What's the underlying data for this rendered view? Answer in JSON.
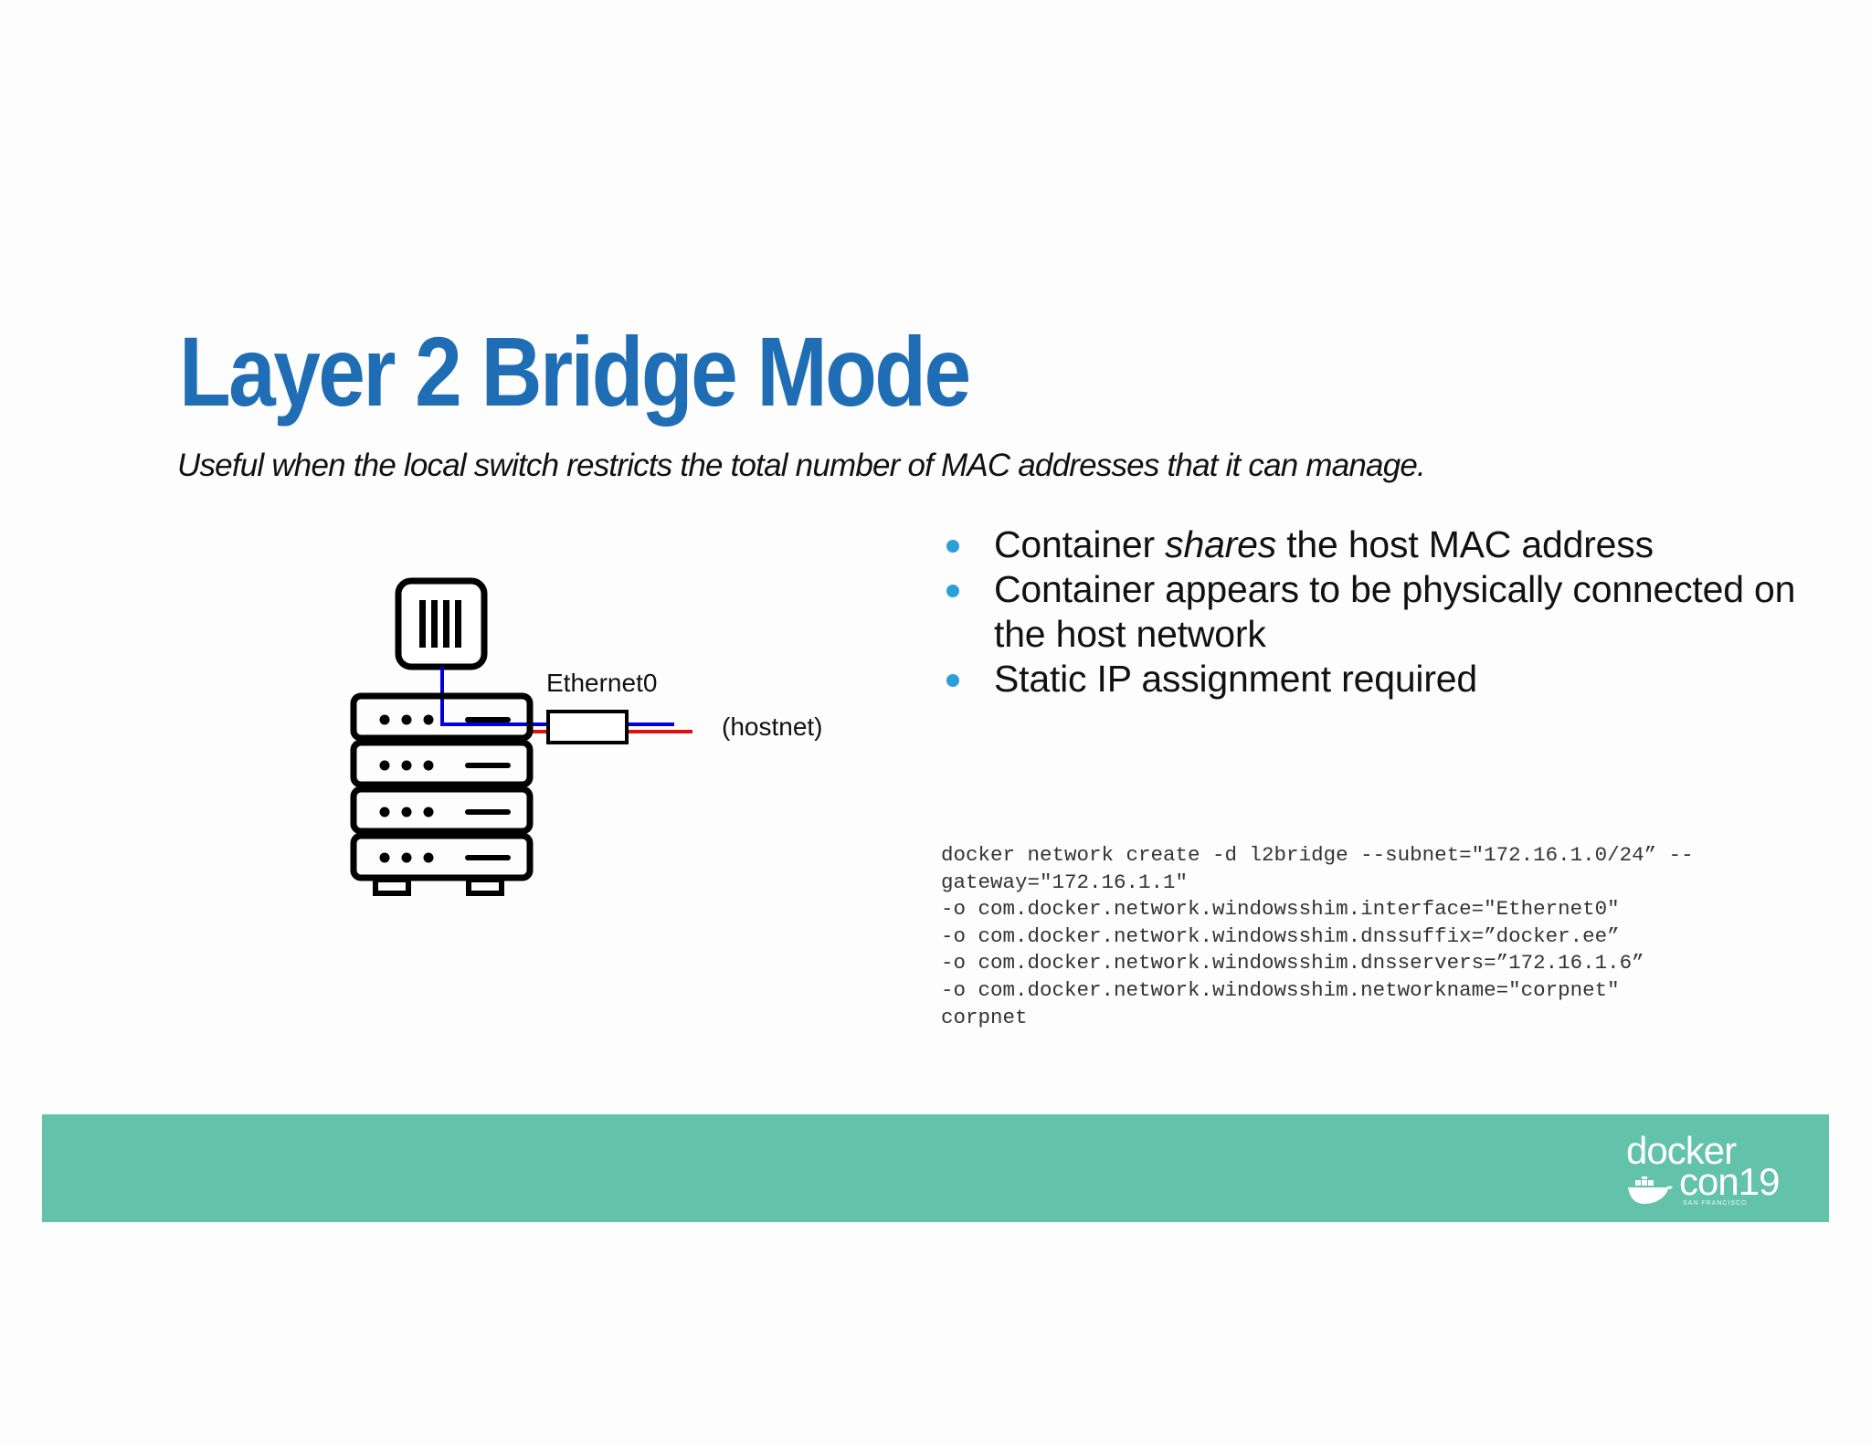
{
  "slide": {
    "title": "Layer 2 Bridge Mode",
    "subtitle": "Useful when the local switch restricts the total number of MAC addresses that it can manage."
  },
  "diagram": {
    "adapter_label": "Ethernet0",
    "network_label": "(hostnet)",
    "icons": [
      "container-icon",
      "server-rack-icon",
      "network-adapter-icon"
    ],
    "colors": {
      "line_primary": "#0000dd",
      "line_secondary": "#e01010",
      "stroke": "#000000"
    }
  },
  "bullets": [
    {
      "before": "Container ",
      "emphasis": "shares",
      "after": " the host MAC address"
    },
    {
      "text": "Container appears to be physically connected on the host network"
    },
    {
      "text": "Static IP assignment required"
    }
  ],
  "code": {
    "lines": [
      "docker network create -d l2bridge --subnet=\"172.16.1.0/24” --",
      "gateway=\"172.16.1.1\"",
      "-o com.docker.network.windowsshim.interface=\"Ethernet0\"",
      "-o com.docker.network.windowsshim.dnssuffix=”docker.ee”",
      "-o com.docker.network.windowsshim.dnsservers=”172.16.1.6”",
      "-o com.docker.network.windowsshim.networkname=\"corpnet\"",
      "corpnet"
    ]
  },
  "footer": {
    "logo_word1": "docker",
    "logo_word2": "con19",
    "logo_location": "SAN FRANCISCO",
    "logo_icon": "docker-whale-icon",
    "colors": {
      "band": "#62c3aa",
      "accent_title": "#1f6db5",
      "bullet": "#2a9fd8"
    }
  }
}
